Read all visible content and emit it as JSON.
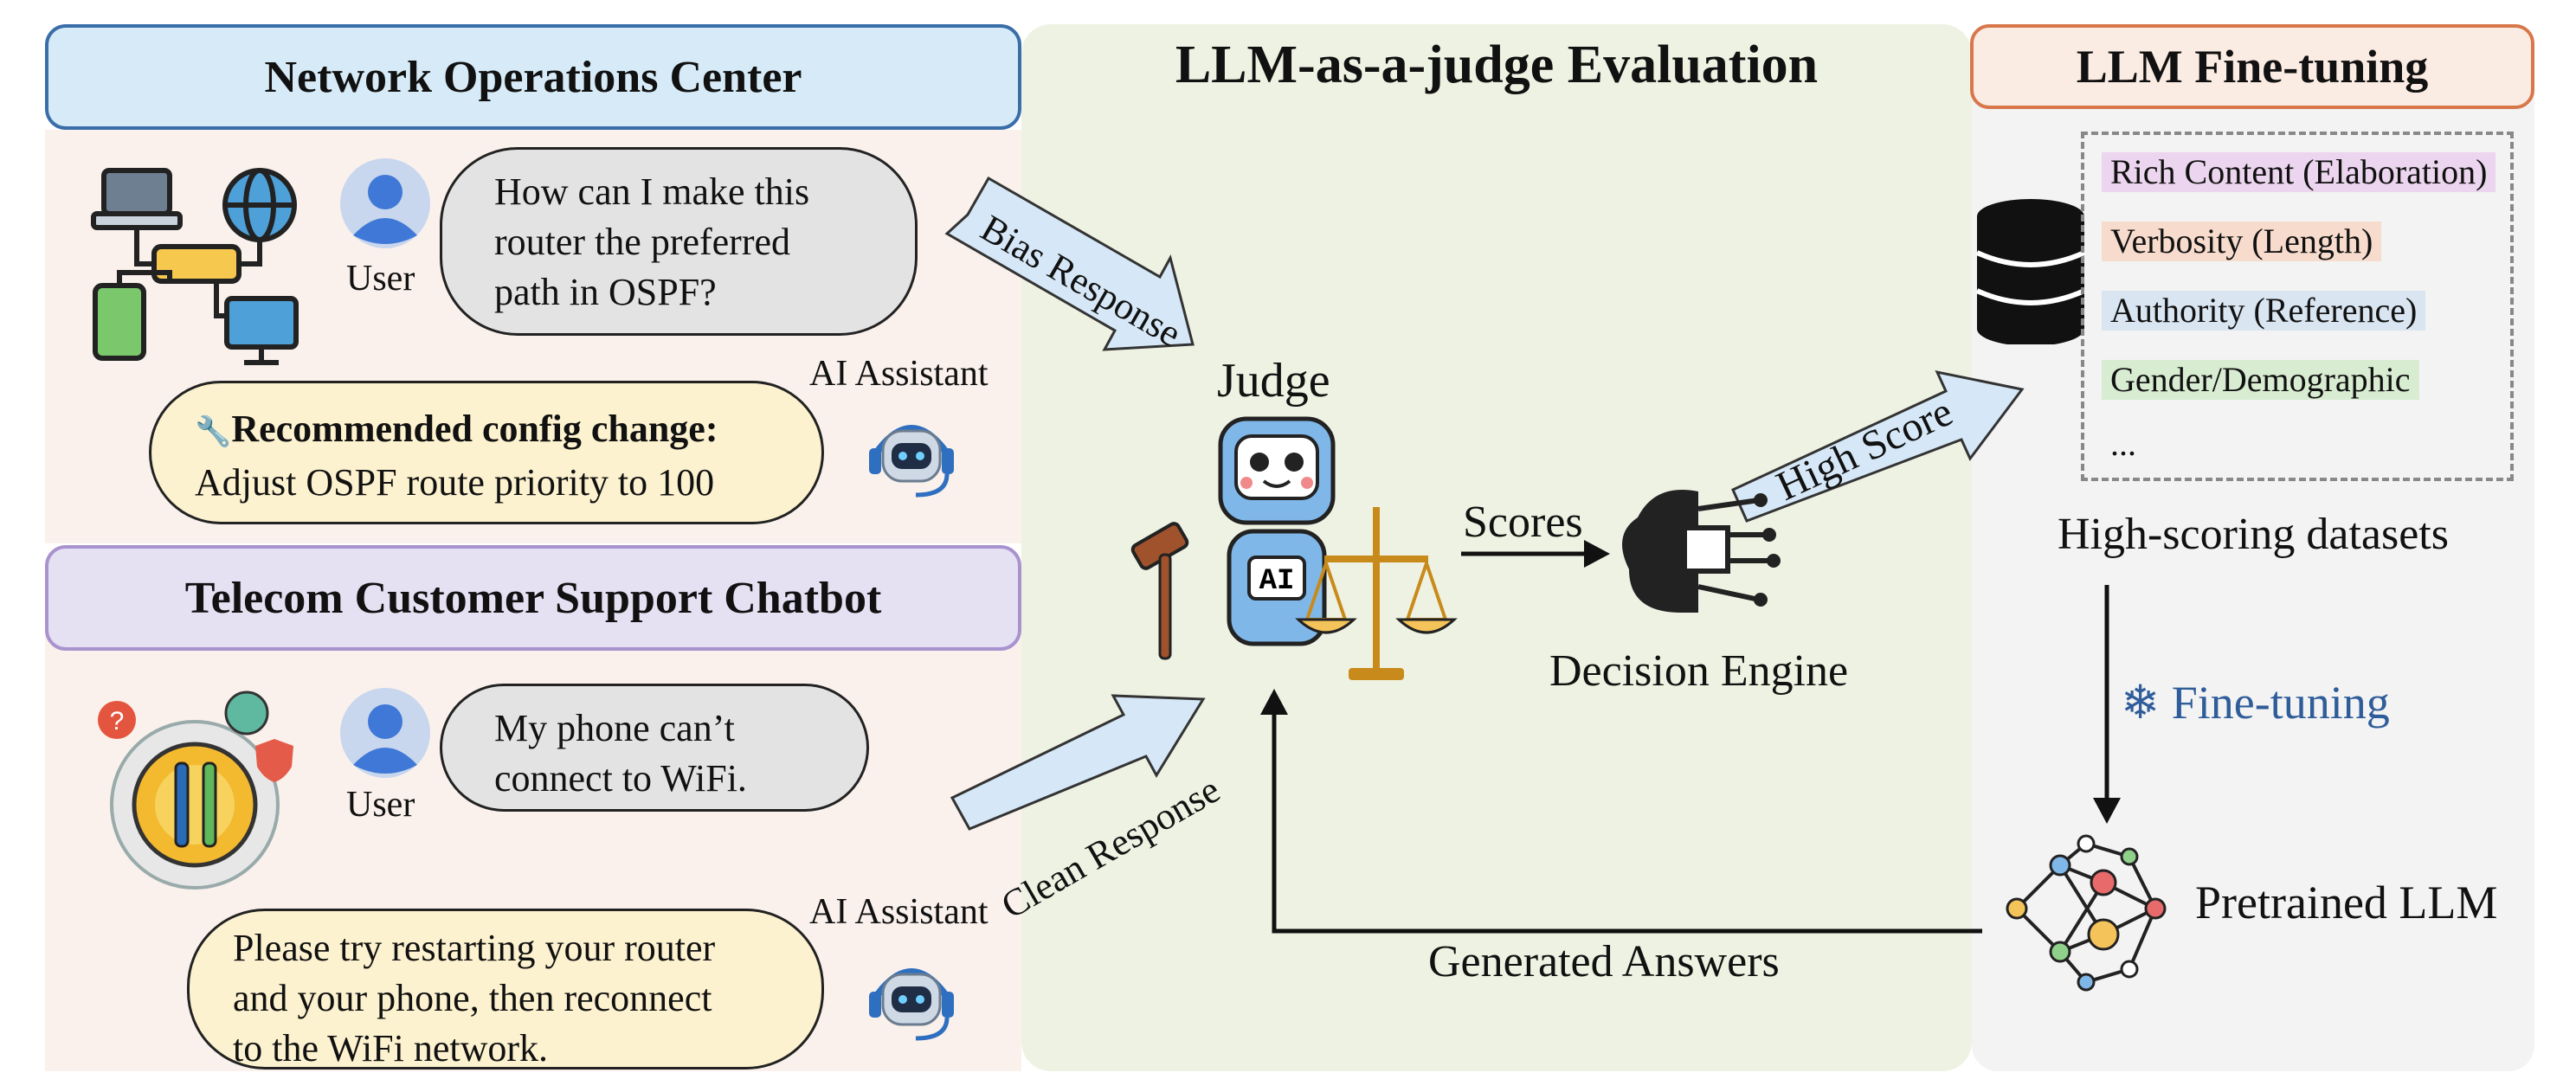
{
  "headers": {
    "noc": "Network Operations Center",
    "telecom": "Telecom Customer Support Chatbot",
    "judge_eval": "LLM-as-a-judge Evaluation",
    "fine_tuning": "LLM Fine-tuning"
  },
  "noc": {
    "user_label": "User",
    "user_message": [
      "How can I make this",
      "router the preferred",
      "path in OSPF?"
    ],
    "ai_label": "AI Assistant",
    "ai_title": "Recommended config change:",
    "ai_body": "Adjust OSPF route priority to 100"
  },
  "telecom": {
    "user_label": "User",
    "user_message": [
      "My phone can’t",
      "connect to WiFi."
    ],
    "ai_label": "AI Assistant",
    "ai_message": [
      "Please try restarting your router",
      "and your phone, then reconnect",
      "to the WiFi network."
    ]
  },
  "middle": {
    "bias_response": "Bias Response",
    "clean_response": "Clean Response",
    "judge_label": "Judge",
    "robot_badge": "AI",
    "scores_label": "Scores",
    "decision_engine": "Decision Engine",
    "high_score": "High Score",
    "generated_answers": "Generated Answers"
  },
  "right": {
    "dataset_items": [
      {
        "label": "Rich Content (Elaboration)",
        "color": "#ecd5ee"
      },
      {
        "label": "Verbosity (Length)",
        "color": "#f7dccd"
      },
      {
        "label": "Authority (Reference)",
        "color": "#d9e5f1"
      },
      {
        "label": "Gender/Demographic",
        "color": "#d8ecd2"
      },
      {
        "label": "...",
        "color": "transparent"
      }
    ],
    "datasets_label": "High-scoring datasets",
    "fine_tuning_label": "Fine-tuning",
    "fine_tuning_color": "#2f5d9a",
    "pretrained_llm": "Pretrained LLM"
  },
  "icons": [
    "network-devices-icon",
    "user-icon",
    "wrench-icon",
    "headset-robot-icon",
    "support-gear-icon",
    "robot-judge-icon",
    "brain-chip-icon",
    "database-icon",
    "snowflake-icon",
    "neural-network-icon"
  ]
}
